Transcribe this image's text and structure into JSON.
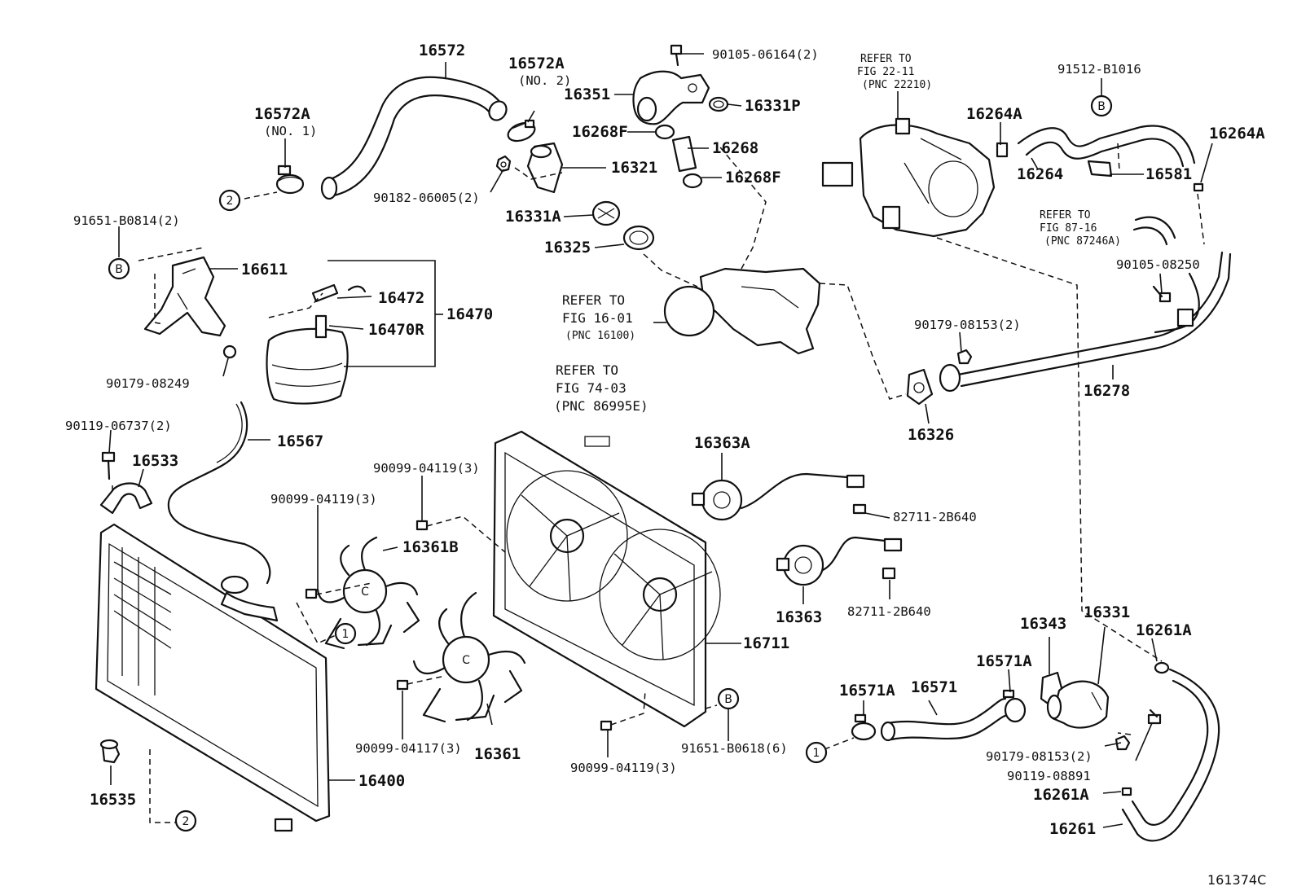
{
  "figure_id": "161374C",
  "markers": {
    "one": "1",
    "two": "2",
    "b": "B"
  },
  "refs": {
    "fig22": {
      "l1": "REFER TO",
      "l2": "FIG 22-11",
      "l3": "(PNC 22210)"
    },
    "fig8716": {
      "l1": "REFER TO",
      "l2": "FIG 87-16",
      "l3": "(PNC 87246A)"
    },
    "fig1601": {
      "l1": "REFER TO",
      "l2": "FIG 16-01",
      "l3": "(PNC 16100)"
    },
    "fig7403": {
      "l1": "REFER TO",
      "l2": "FIG 74-03",
      "l3": "(PNC 86995E)"
    }
  },
  "labels": {
    "p16572": "16572",
    "p16572a_top": "16572A",
    "no2": "(NO. 2)",
    "p16572a_left": "16572A",
    "no1": "(NO. 1)",
    "p90105_06164": "90105-06164(2)",
    "p16351": "16351",
    "p16331p": "16331P",
    "p16268f_a": "16268F",
    "p16268": "16268",
    "p16268f_b": "16268F",
    "p16321": "16321",
    "p90182_06005": "90182-06005(2)",
    "p16331a": "16331A",
    "p16325": "16325",
    "p91651_b0814": "91651-B0814(2)",
    "p16611": "16611",
    "p90179_08249": "90179-08249",
    "p16472": "16472",
    "p16470": "16470",
    "p16470r": "16470R",
    "p90119_06737": "90119-06737(2)",
    "p16533": "16533",
    "p16567": "16567",
    "p90099_04119_a": "90099-04119(3)",
    "p90099_04119_b": "90099-04119(3)",
    "p16361b": "16361B",
    "p16361": "16361",
    "p90099_04117": "90099-04117(3)",
    "p16535": "16535",
    "p16400": "16400",
    "p90099_04119_c": "90099-04119(3)",
    "p91651_b0618": "91651-B0618(6)",
    "p16711": "16711",
    "p16363a": "16363A",
    "p82711_a": "82711-2B640",
    "p16363": "16363",
    "p82711_b": "82711-2B640",
    "p91512_b1016": "91512-B1016",
    "p16264a_a": "16264A",
    "p16264": "16264",
    "p16581": "16581",
    "p16264a_b": "16264A",
    "p90105_08250": "90105-08250",
    "p90179_08153_a": "90179-08153(2)",
    "p16278": "16278",
    "p16326": "16326",
    "p16343": "16343",
    "p16331": "16331",
    "p16261a_a": "16261A",
    "p16571a_a": "16571A",
    "p16571a_b": "16571A",
    "p16571": "16571",
    "p90179_08153_b": "90179-08153(2)",
    "p90119_08891": "90119-08891",
    "p16261a_b": "16261A",
    "p16261": "16261"
  }
}
